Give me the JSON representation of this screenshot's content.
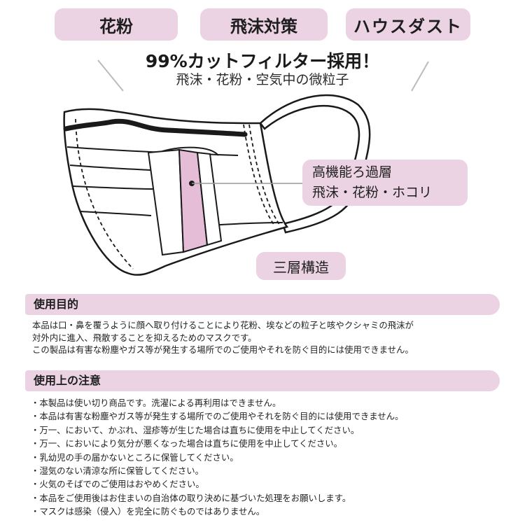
{
  "tags": [
    "花粉",
    "飛沫対策",
    "ハウスダスト"
  ],
  "headline": {
    "main": "99%カットフィルター採用！",
    "sub": "飛沫・花粉・空気中の微粒子"
  },
  "diagram": {
    "filter_label_line1": "高機能ろ過層",
    "filter_label_line2": "飛沫・花粉・ホコリ",
    "layer_label": "三層構造",
    "colors": {
      "accent": "#ecd3e4",
      "filter_layer": "#e6bdd6",
      "line": "#1a1a1a"
    }
  },
  "purpose": {
    "title": "使用目的",
    "lines": [
      "本品は口・鼻を覆うように顔へ取り付けることにより花粉、埃などの粒子と咳やクシャミの飛沫が",
      "対外内に進入、飛散することを抑えるためのマスクです。",
      "この製品は有害な粉塵やガス等が発生する場所でのご使用やそれを防ぐ目的には使用できません。"
    ]
  },
  "caution": {
    "title": "使用上の注意",
    "items": [
      "・本製品は使い切り商品です。洗濯による再利用はできません。",
      "・本品は有害な粉塵やガス等が発生する場所でのご使用やそれを防ぐ目的には使用できません。",
      "・万一、において、かぶれ、湿疹等が生じた場合は直ちに使用を中止してください。",
      "・万一、においにより気分が悪くなった場合は直ちに使用を中止してください。",
      "・乳幼児の手の届かないところに保管してください。",
      "・湿気のない清涼な所に保管してください。",
      "・火気のそばでのご使用はおやめください。",
      "・本品をご使用後はお住まいの自治体の取り決めに基づいた処理をお願いします。",
      "・マスクは感染（侵入）を完全に防ぐものではありません。"
    ]
  }
}
